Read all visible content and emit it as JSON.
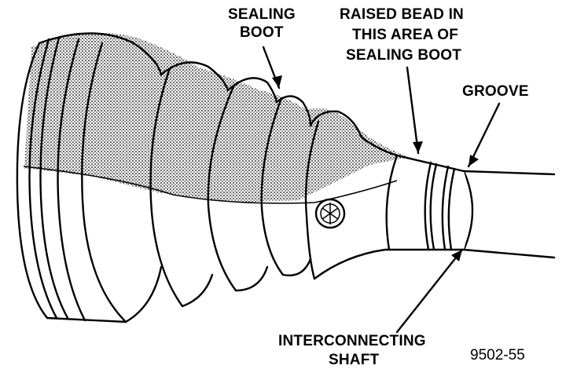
{
  "labels": {
    "sealing_boot": [
      "SEALING",
      "BOOT"
    ],
    "raised_bead": [
      "RAISED BEAD IN",
      "THIS AREA OF",
      "SEALING BOOT"
    ],
    "groove": "GROOVE",
    "interconnecting_shaft": [
      "INTERCONNECTING",
      "SHAFT"
    ]
  },
  "figure_number": "9502-55"
}
